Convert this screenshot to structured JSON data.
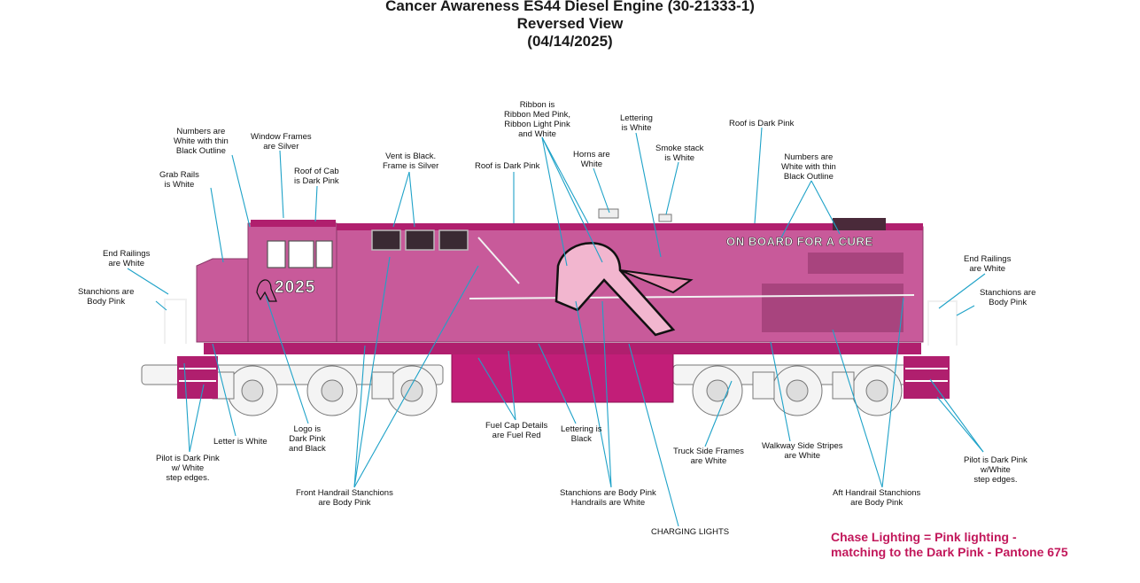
{
  "titles": {
    "line1": "Cancer Awareness  ES44 Diesel Engine (30-21333-1)",
    "line2": "Reversed View",
    "line3": "(04/14/2025)"
  },
  "locomotive": {
    "number": "2025",
    "slogan": "ON BOARD FOR A CURE"
  },
  "annotations": {
    "numbers_left": "Numbers are\nWhite with thin\nBlack Outline",
    "window_frames": "Window Frames\nare Silver",
    "grab_rails": "Grab Rails\nis White",
    "roof_of_cab": "Roof of Cab\nis Dark Pink",
    "vent": "Vent is Black.\nFrame is Silver",
    "roof_mid": "Roof is Dark Pink",
    "ribbon": "Ribbon is\nRibbon Med Pink,\nRibbon Light Pink\nand White",
    "horns": "Horns are\nWhite",
    "lettering_top": "Lettering\nis White",
    "smoke_stack": "Smoke stack\nis White",
    "roof_right": "Roof is Dark Pink",
    "numbers_right": "Numbers are\nWhite with thin\nBlack Outline",
    "end_railings_left": "End Railings\nare White",
    "stanchions_left": "Stanchions are\nBody Pink",
    "end_railings_right": "End Railings\nare White",
    "stanchions_right": "Stanchions are\nBody Pink",
    "logo": "Logo is\nDark Pink\nand Black",
    "letter_white": "Letter is White",
    "pilot_left": "Pilot is Dark Pink\nw/ White\nstep edges.",
    "front_handrail": "Front Handrail Stanchions\nare Body Pink",
    "fuel_cap": "Fuel Cap Details\nare Fuel Red",
    "lettering_black": "Lettering is\nBlack",
    "stanchions_mid": "Stanchions are Body Pink\nHandrails are White",
    "charging_lights": "CHARGING LIGHTS",
    "truck_side": "Truck Side Frames\nare White",
    "walkway": "Walkway Side Stripes\nare White",
    "aft_handrail": "Aft Handrail Stanchions\nare Body Pink",
    "pilot_right": "Pilot is Dark Pink\nw/White\nstep edges."
  },
  "chase_lighting": {
    "line1": "Chase Lighting = Pink lighting -",
    "line2": "matching to the Dark Pink - Pantone 675"
  },
  "colors": {
    "body_pink": "#c85a9a",
    "dark_pink": "#b01f6e",
    "ribbon_light": "#f2b6cf",
    "leader_blue": "#1ea2c8",
    "chase_text": "#c2185b"
  }
}
